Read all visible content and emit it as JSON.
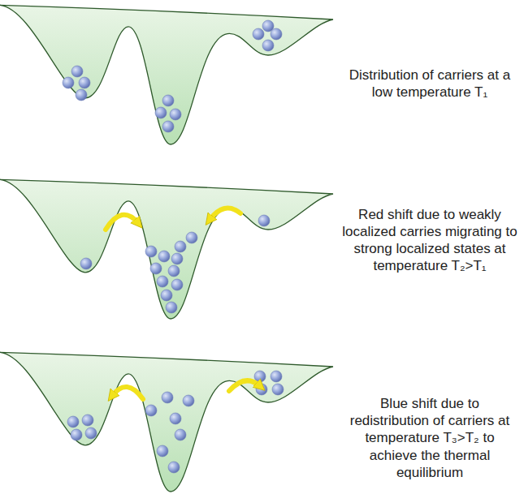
{
  "diagram": {
    "labels": [
      "Distribution of carriers at a low temperature T₁",
      "Red shift due to weakly localized carries migrating to strong localized states at temperature T₂>T₁",
      "Blue shift due to redistribution of carriers at temperature T₃>T₂ to achieve the thermal equilibrium"
    ]
  }
}
